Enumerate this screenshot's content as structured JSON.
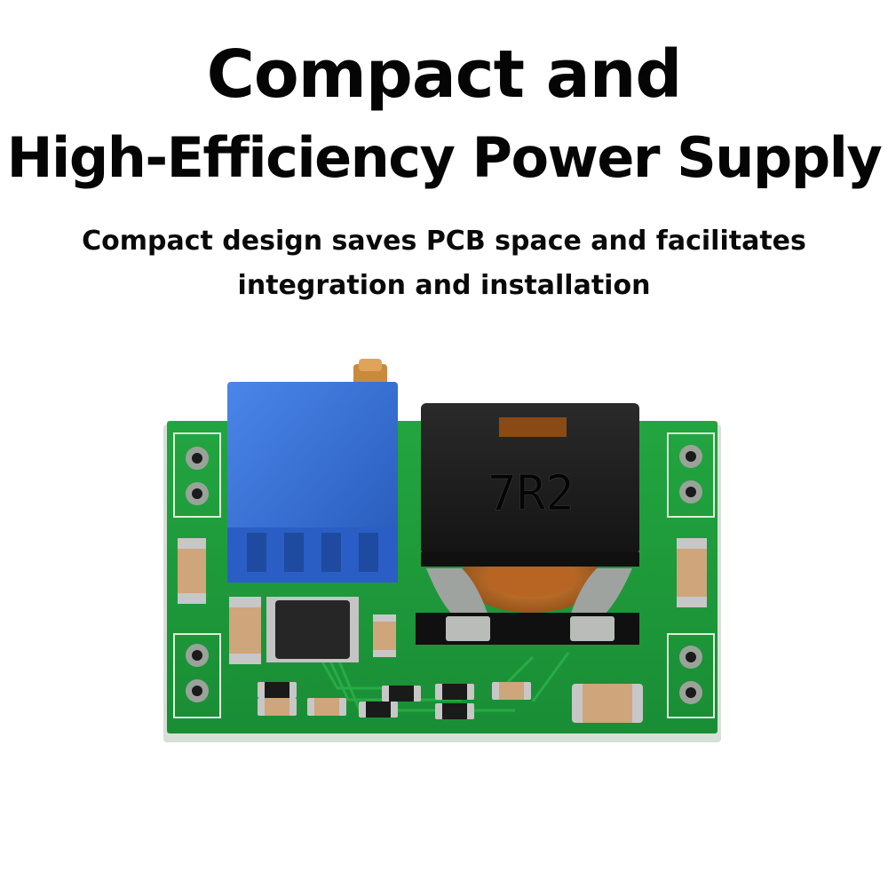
{
  "headline": {
    "line1": "Compact and",
    "line2": "High-Efficiency Power Supply"
  },
  "subtitle": {
    "line1": "Compact design saves PCB space and facilitates",
    "line2": "integration and installation"
  },
  "inductor_marking": "7R2",
  "colors": {
    "background": "#ffffff",
    "text": "#050505",
    "pcb_green": "#1e9a3a",
    "trimmer_blue": "#2f6fd1",
    "inductor_black": "#1c1c1c"
  }
}
